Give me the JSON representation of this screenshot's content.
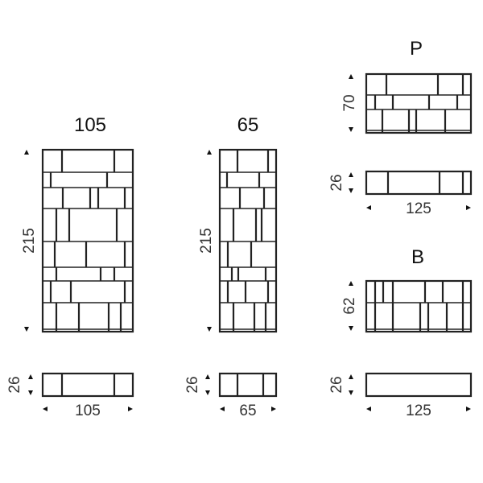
{
  "colors": {
    "line": "#222222",
    "text": "#333333",
    "background": "#ffffff"
  },
  "modules": {
    "m105": {
      "title": "105",
      "height": "215",
      "depth": "26",
      "width": "105"
    },
    "m65": {
      "title": "65",
      "height": "215",
      "depth": "26",
      "width": "65"
    },
    "mP": {
      "title": "P",
      "height": "70",
      "depth": "26",
      "width": "125"
    },
    "mB": {
      "title": "B",
      "height": "62",
      "depth": "26",
      "width": "125"
    }
  }
}
